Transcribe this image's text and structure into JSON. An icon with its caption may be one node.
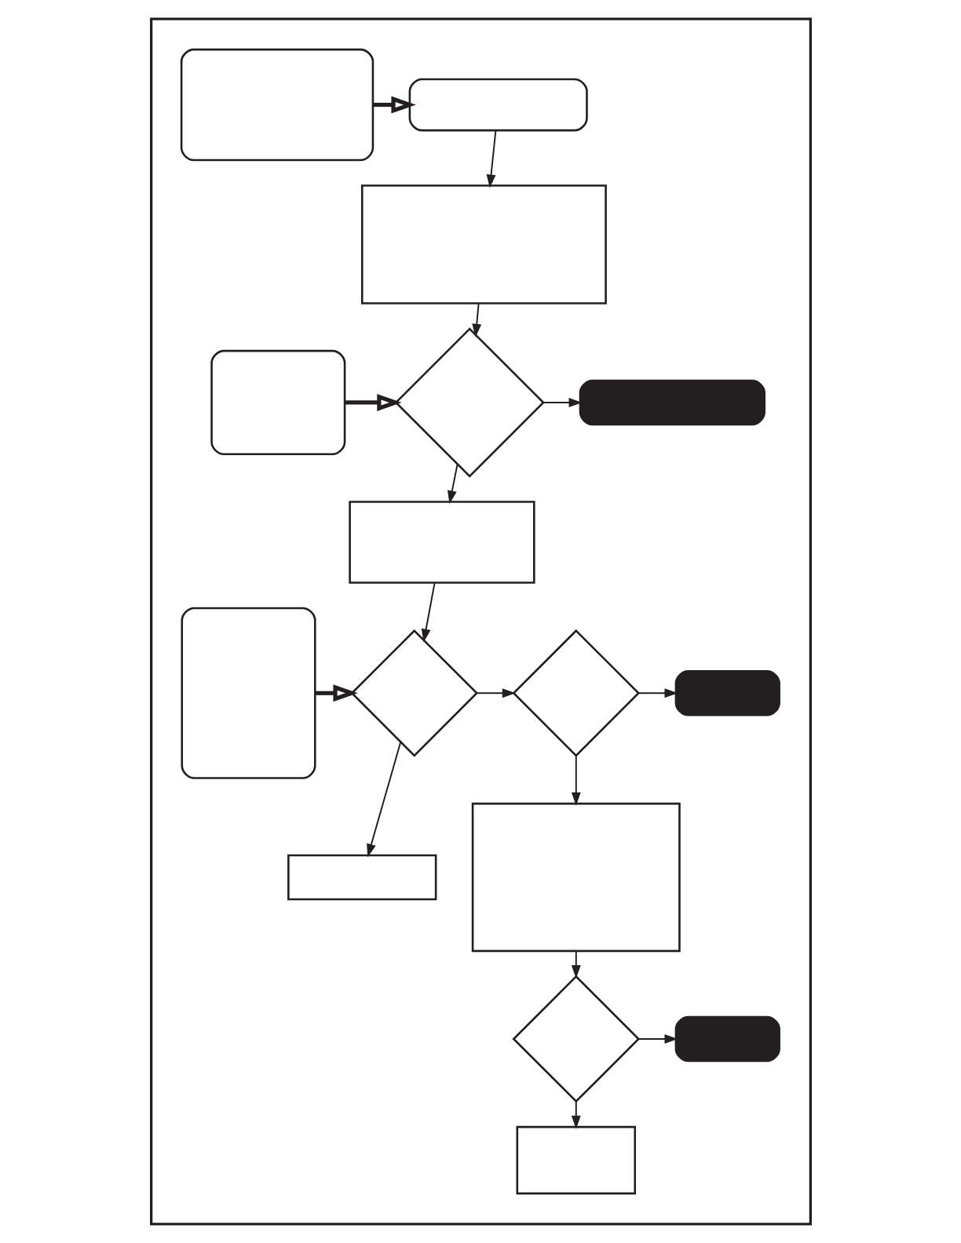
{
  "diagram": {
    "nodes": [
      {
        "text": [],
        "shape": "box"
      },
      {
        "text": [],
        "shape": "terminal",
        "in": 0
      },
      {
        "text": [],
        "shape": "callout",
        "in": 0
      },
      {
        "text": [],
        "shape": "box",
        "in": 0
      },
      {
        "text": [],
        "shape": "callout",
        "in": 0
      },
      {
        "text": [],
        "shape": "diamond",
        "in": 0
      },
      {
        "text": [],
        "shape": "terminal",
        "in": 0
      },
      {
        "text": [],
        "shape": "box",
        "in": 0
      },
      {
        "text": [],
        "shape": "callout",
        "in": 0
      },
      {
        "text": [],
        "shape": "diamond",
        "in": 0
      },
      {
        "text": [],
        "shape": "diamond",
        "in": 0
      },
      {
        "text": [],
        "shape": "terminal",
        "in": 0
      },
      {
        "text": [],
        "shape": "box",
        "in": 0
      },
      {
        "text": [],
        "shape": "box",
        "in": 0
      },
      {
        "text": [],
        "shape": "diamond",
        "in": 0
      },
      {
        "text": [],
        "shape": "terminal",
        "in": 0
      },
      {
        "text": [],
        "shape": "box",
        "in": 0
      }
    ],
    "edges": [
      {
        "from": 2,
        "to": 1,
        "arrow": "to",
        "style": "thick"
      },
      {
        "from": 1,
        "to": 3,
        "arrow": "to"
      },
      {
        "from": 3,
        "to": 5,
        "arrow": "to"
      },
      {
        "from": 4,
        "to": 5,
        "arrow": "to",
        "style": "thick"
      },
      {
        "from": 5,
        "to": 6,
        "arrow": "to"
      },
      {
        "from": 5,
        "to": 7,
        "arrow": "to"
      },
      {
        "from": 7,
        "to": 9,
        "arrow": "to"
      },
      {
        "from": 8,
        "to": 9,
        "arrow": "to",
        "style": "thick"
      },
      {
        "from": 9,
        "to": 10,
        "arrow": "to"
      },
      {
        "from": 9,
        "to": 12,
        "arrow": "to"
      },
      {
        "from": 10,
        "to": 11,
        "arrow": "to"
      },
      {
        "from": 10,
        "to": 13,
        "arrow": "to"
      },
      {
        "from": 13,
        "to": 14,
        "arrow": "to"
      },
      {
        "from": 14,
        "to": 15,
        "arrow": "to"
      },
      {
        "from": 14,
        "to": 16,
        "arrow": "to"
      }
    ]
  }
}
